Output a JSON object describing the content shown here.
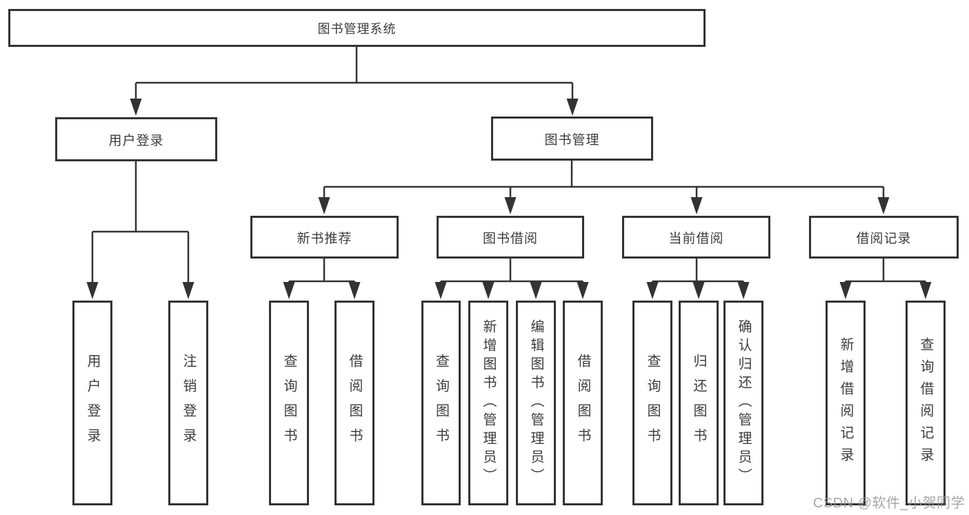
{
  "tree": {
    "label": "图书管理系统",
    "children": [
      {
        "label": "用户登录",
        "children": [
          {
            "label": "用户登录"
          },
          {
            "label": "注销登录"
          }
        ]
      },
      {
        "label": "图书管理",
        "children": [
          {
            "label": "新书推荐",
            "children": [
              {
                "label": "查询图书"
              },
              {
                "label": "借阅图书"
              }
            ]
          },
          {
            "label": "图书借阅",
            "children": [
              {
                "label": "查询图书"
              },
              {
                "label": "新增图书（管理员）"
              },
              {
                "label": "编辑图书（管理员）"
              },
              {
                "label": "借阅图书"
              }
            ]
          },
          {
            "label": "当前借阅",
            "children": [
              {
                "label": "查询图书"
              },
              {
                "label": "归还图书"
              },
              {
                "label": "确认归还（管理员）"
              }
            ]
          },
          {
            "label": "借阅记录",
            "children": [
              {
                "label": "新增借阅记录"
              },
              {
                "label": "查询借阅记录"
              }
            ]
          }
        ]
      }
    ]
  },
  "watermark": {
    "text": "CSDN @软件_小贺同学"
  },
  "colors": {
    "line": "#333333",
    "box_border": "#333333",
    "text": "#3d3d3d",
    "watermark": "#969696",
    "background": "#ffffff"
  }
}
